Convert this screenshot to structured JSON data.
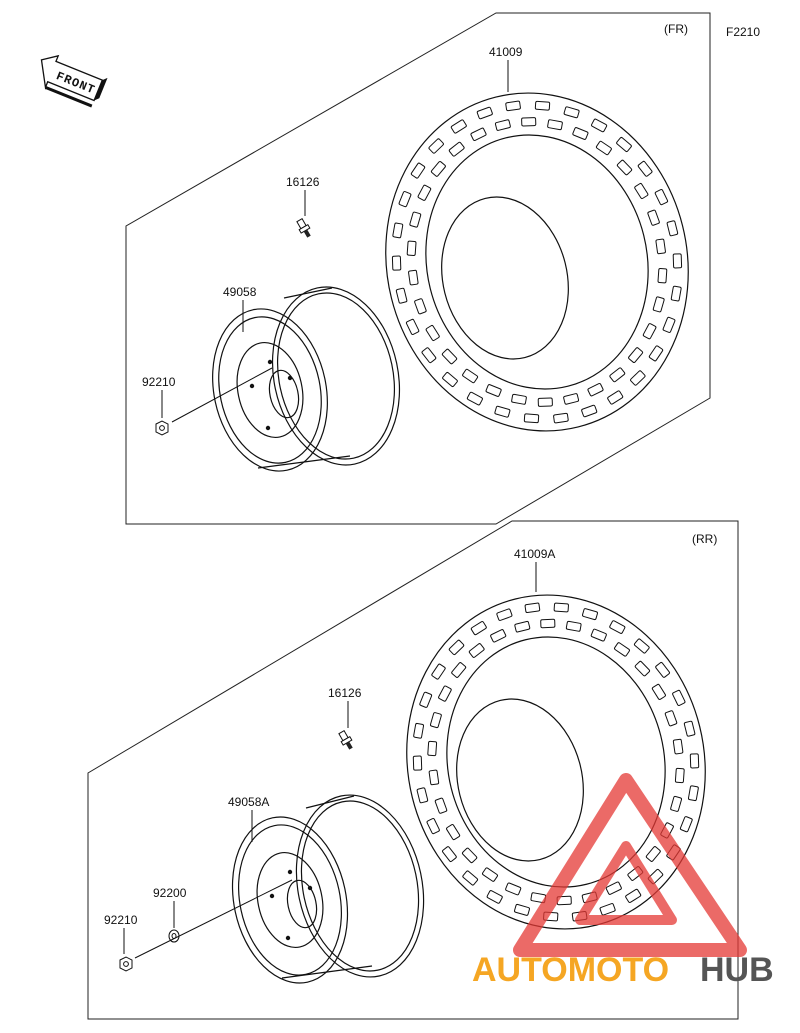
{
  "diagram_code": "F2210",
  "front_label": "FRONT",
  "sections": {
    "front": {
      "tag": "(FR)",
      "tire": "41009",
      "valve": "16126",
      "wheel": "49058",
      "nut": "92210"
    },
    "rear": {
      "tag": "(RR)",
      "tire": "41009A",
      "valve": "16126",
      "wheel": "49058A",
      "washer": "92200",
      "nut": "92210"
    }
  },
  "watermark": {
    "part1": "AUTOMOTO",
    "part2": "HUB",
    "color1": "#f5a623",
    "color2": "#555555",
    "triangle_color": "#e53935"
  }
}
